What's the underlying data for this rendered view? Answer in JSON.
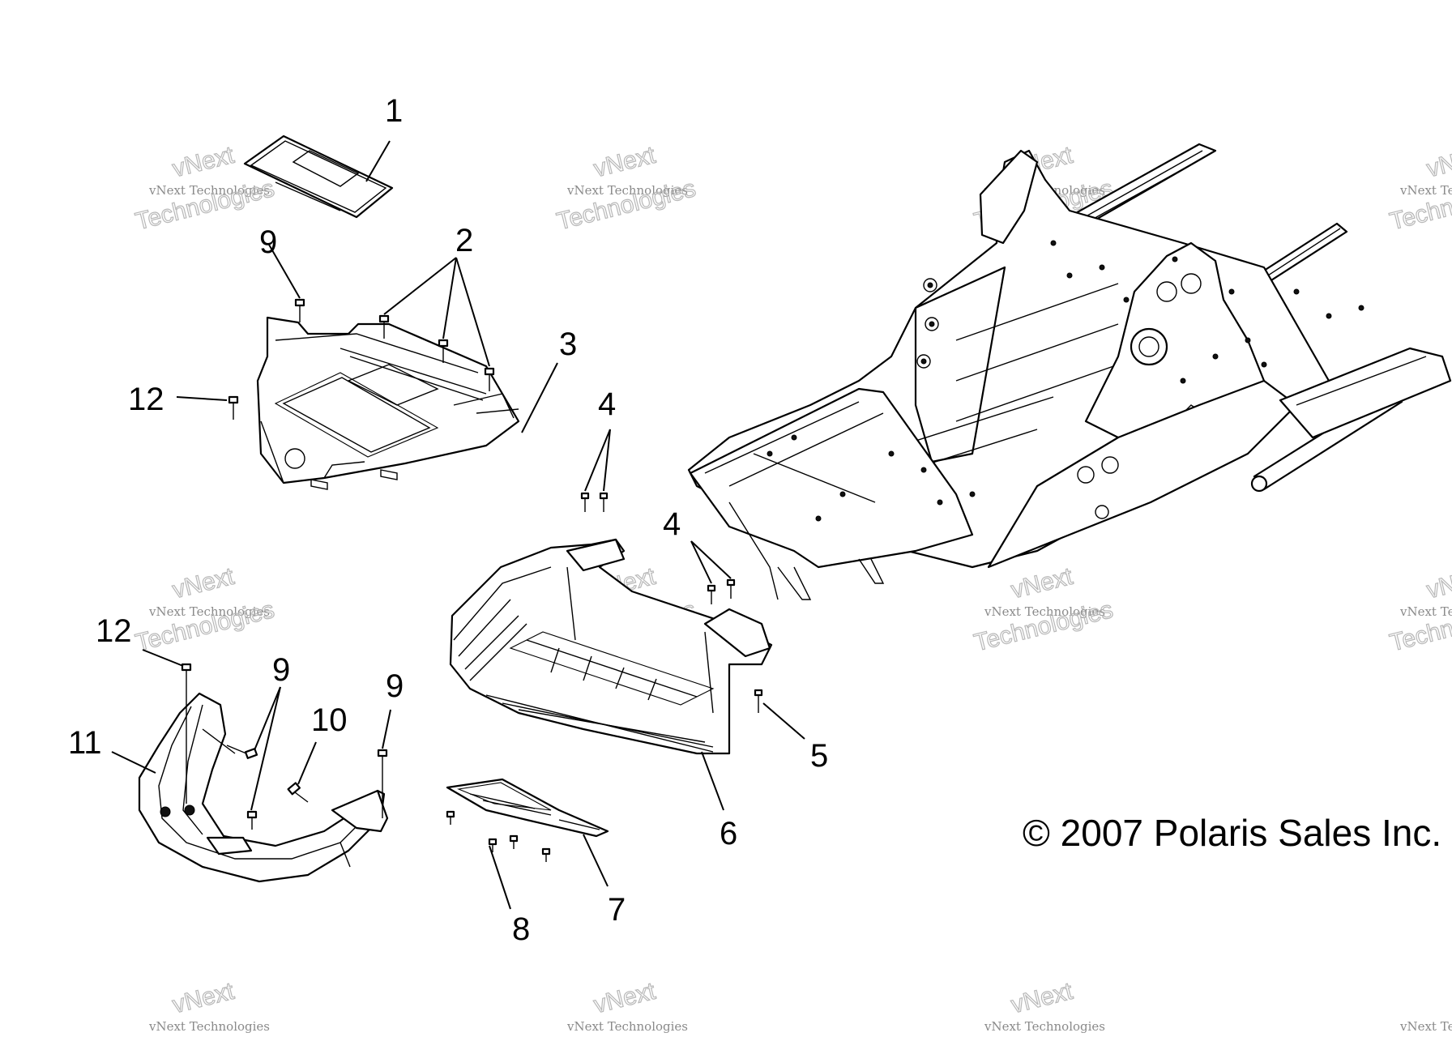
{
  "callouts": [
    {
      "id": "c1",
      "text": "1"
    },
    {
      "id": "c2",
      "text": "2"
    },
    {
      "id": "c3",
      "text": "3"
    },
    {
      "id": "c4a",
      "text": "4"
    },
    {
      "id": "c4b",
      "text": "4"
    },
    {
      "id": "c5",
      "text": "5"
    },
    {
      "id": "c6",
      "text": "6"
    },
    {
      "id": "c7",
      "text": "7"
    },
    {
      "id": "c8",
      "text": "8"
    },
    {
      "id": "c9a",
      "text": "9"
    },
    {
      "id": "c9b",
      "text": "9"
    },
    {
      "id": "c9c",
      "text": "9"
    },
    {
      "id": "c10",
      "text": "10"
    },
    {
      "id": "c11",
      "text": "11"
    },
    {
      "id": "c12a",
      "text": "12"
    },
    {
      "id": "c12b",
      "text": "12"
    }
  ],
  "copyright": "© 2007 Polaris Sales Inc.",
  "watermark": {
    "brand": "vNext Technologies",
    "big_line1": "vNext",
    "big_line2": "Technologies"
  }
}
